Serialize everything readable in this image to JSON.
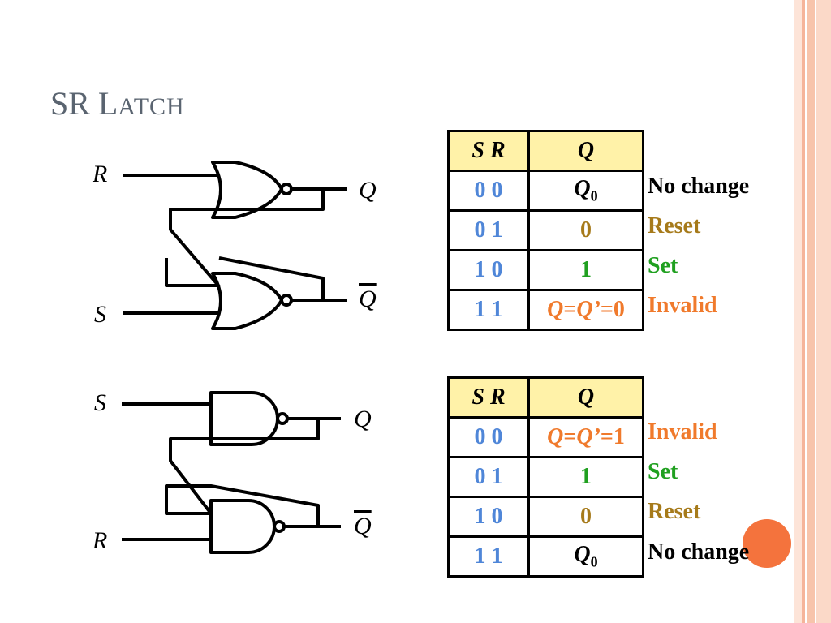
{
  "title": {
    "first": "SR L",
    "rest": "ATCH"
  },
  "colors": {
    "invalid": "#f07a2c",
    "set": "#20a020",
    "reset": "#a67a1a",
    "no_change": "#000000",
    "input_bits": "#4f86d8",
    "header_fill": "#fff2a8",
    "accent_circle": "#f4733d",
    "stripe": "#f5b49a"
  },
  "nor_latch": {
    "labels": {
      "top_input": "R",
      "bottom_input": "S",
      "top_output": "Q",
      "bottom_output": "Q"
    },
    "table": {
      "header": {
        "sr": "S  R",
        "q": "Q"
      },
      "rows": [
        {
          "sr": "0  0",
          "q_main": "Q",
          "q_sub": "0",
          "state": "No change"
        },
        {
          "sr": "0  1",
          "q_main": "0",
          "state": "Reset"
        },
        {
          "sr": "1  0",
          "q_main": "1",
          "state": "Set"
        },
        {
          "sr": "1  1",
          "q_a": "Q",
          "q_b": "=",
          "q_c": "Q’",
          "q_d": "=0",
          "state": "Invalid"
        }
      ]
    }
  },
  "nand_latch": {
    "labels": {
      "top_input": "S",
      "bottom_input": "R",
      "top_output": "Q",
      "bottom_output": "Q"
    },
    "table": {
      "header": {
        "sr": "S  R",
        "q": "Q"
      },
      "rows": [
        {
          "sr": "0  0",
          "q_a": "Q",
          "q_b": "=",
          "q_c": "Q’",
          "q_d": "=1",
          "state": "Invalid"
        },
        {
          "sr": "0  1",
          "q_main": "1",
          "state": "Set"
        },
        {
          "sr": "1  0",
          "q_main": "0",
          "state": "Reset"
        },
        {
          "sr": "1  1",
          "q_main": "Q",
          "q_sub": "0",
          "state": "No change"
        }
      ]
    }
  }
}
